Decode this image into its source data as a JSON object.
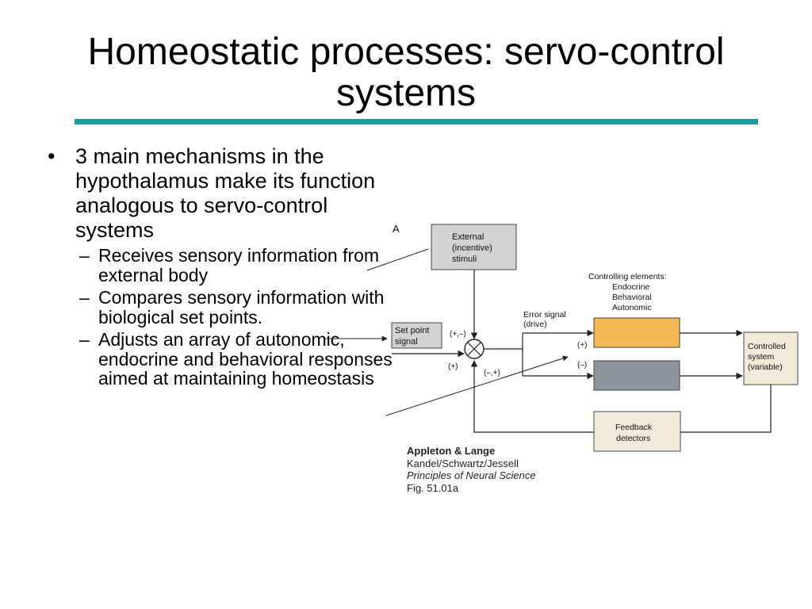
{
  "slide": {
    "title": "Homeostatic processes:  servo-control systems",
    "accent_color": "#1f9a9a"
  },
  "bullets": {
    "main": "3 main mechanisms in the hypothalamus make its function analogous to servo-control systems",
    "subs": [
      "Receives sensory information from external body",
      "Compares sensory information with biological set points.",
      "Adjusts an array of autonomic, endocrine and behavioral responses aimed at maintaining homeostasis"
    ]
  },
  "diagram": {
    "panel_label": "A",
    "external_box": [
      "External",
      "(incentive)",
      "stimuli"
    ],
    "setpoint_box": [
      "Set point",
      "signal"
    ],
    "sign_top": "(+,–)",
    "sign_left": "(+)",
    "sign_bottom": "(–,+)",
    "error_signal": [
      "Error signal",
      "(drive)"
    ],
    "controlling_elements": [
      "Controlling elements:",
      "Endocrine",
      "Behavioral",
      "Autonomic"
    ],
    "plus": "(+)",
    "minus": "(–)",
    "controlled_box": [
      "Controlled",
      "system",
      "(variable)"
    ],
    "feedback_box": [
      "Feedback",
      "detectors"
    ],
    "colors": {
      "box_fill": "#f1ead8",
      "gray_box_fill": "#d2d2d2",
      "orange_fill": "#f5b754",
      "slate_fill": "#8c969b"
    }
  },
  "caption": [
    "Appleton & Lange",
    "Kandel/Schwartz/Jessell",
    "Principles of Neural Science",
    "Fig. 51.01a"
  ]
}
